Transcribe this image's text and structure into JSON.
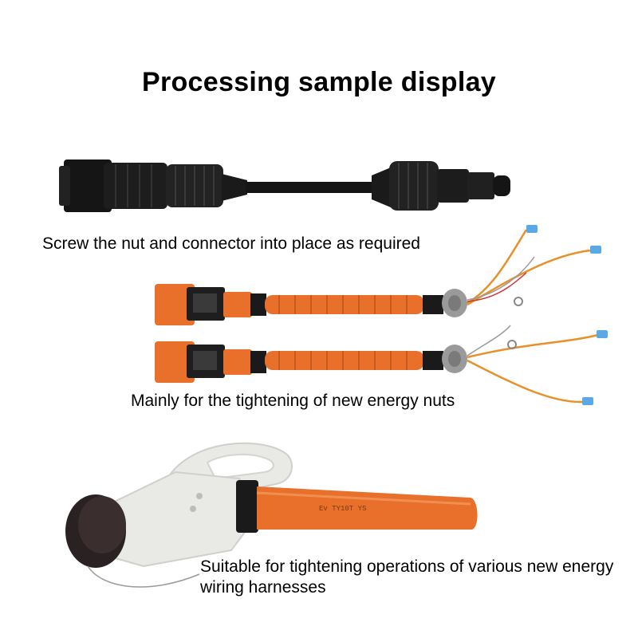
{
  "title": "Processing sample display",
  "samples": [
    {
      "caption": "Screw the nut and connector into place as required",
      "illustration": "solar-mc4-connector-cable"
    },
    {
      "caption": "Mainly for the tightening of new energy nuts",
      "illustration": "orange-harness-connectors"
    },
    {
      "caption": "Suitable for tightening operations of various new energy wiring harnesses",
      "illustration": "ev-charging-gun"
    }
  ],
  "cable_print": "Ev TY10T YS",
  "colors": {
    "background": "#ffffff",
    "text": "#000000",
    "harness_orange": "#e8702a",
    "connector_black": "#1a1a1a",
    "charger_white": "#e9e9e6",
    "terminal_blue": "#5aa9e6"
  }
}
